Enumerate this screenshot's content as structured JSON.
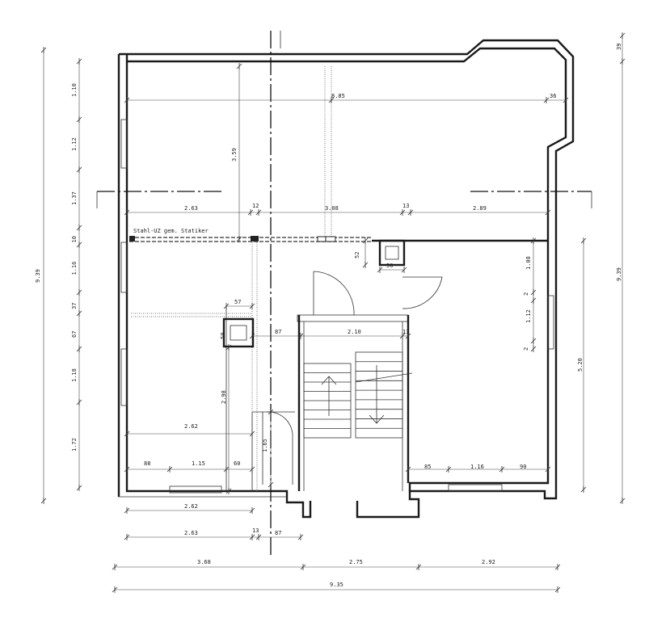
{
  "beam_label": "Stahl-UZ gem. Statiker",
  "dimensions": {
    "top_inner": "8.85",
    "top_right": "36",
    "room_height": "3.59",
    "beam_left": "2.63",
    "beam_gap1": "12",
    "beam_mid": "3.08",
    "beam_gap2": "13",
    "beam_right": "2.89",
    "chimney_h": "52",
    "chimney_w": "50",
    "chimney2_w": "57",
    "chimney2_h": "59",
    "stair_left": "87",
    "stair_width": "2.10",
    "stair_gap": "13",
    "left_room_h": "2.98",
    "left_room_w": "2.62",
    "corridor_h": "1.65",
    "bottom_left_a": "88",
    "bottom_left_b": "1.15",
    "bottom_left_c": "60",
    "bottom_right_a": "85",
    "bottom_right_b": "1.16",
    "bottom_right_c": "90",
    "right_a": "1.08",
    "right_b": "2",
    "right_c": "1.12",
    "right_d": "2",
    "right_total": "5.20",
    "left_chain": [
      "1.10",
      "1.12",
      "1.37",
      "10",
      "1.16",
      "37",
      "67",
      "1.18",
      "1.72"
    ],
    "left_total": "9.39",
    "right_outer_top": "39",
    "right_outer_total": "9.39",
    "under_a": "2.62",
    "under_b1": "2.63",
    "under_b2": "13",
    "under_b3": "87",
    "outer_a": "3.68",
    "outer_b": "2.75",
    "outer_c": "2.92",
    "outer_total": "9.35"
  }
}
